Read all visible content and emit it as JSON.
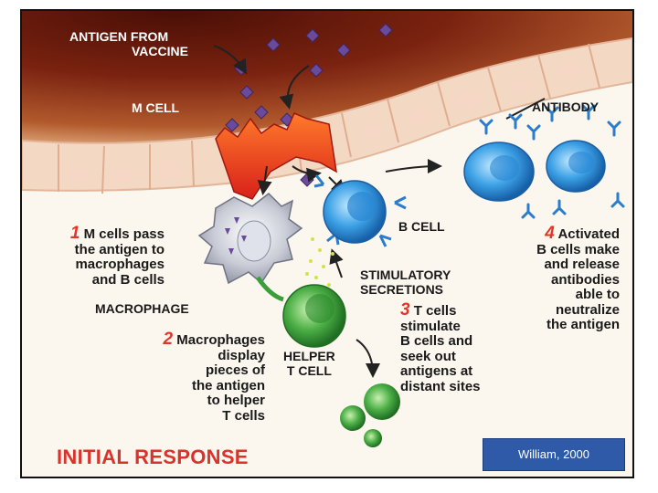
{
  "labels": {
    "antigen_line1": "ANTIGEN FROM",
    "antigen_line2": "VACCINE",
    "m_cell": "M CELL",
    "antibody": "ANTIBODY",
    "b_cell": "B CELL",
    "macrophage": "MACROPHAGE",
    "stim_line1": "STIMULATORY",
    "stim_line2": "SECRETIONS",
    "helper_line1": "HELPER",
    "helper_line2": "T CELL"
  },
  "steps": [
    {
      "num": "1",
      "lines": [
        "M cells pass",
        "the antigen to",
        "macrophages",
        "and B cells"
      ]
    },
    {
      "num": "2",
      "lines": [
        "Macrophages",
        "display",
        "pieces of",
        "the antigen",
        "to helper",
        "T cells"
      ]
    },
    {
      "num": "3",
      "lines": [
        "T cells",
        "stimulate",
        "B cells and",
        "seek out",
        "antigens at",
        "distant sites"
      ]
    },
    {
      "num": "4",
      "lines": [
        "Activated",
        "B cells make",
        "and release",
        "antibodies",
        "able to",
        "neutralize",
        "the antigen"
      ]
    }
  ],
  "footer_title": "INITIAL RESPONSE",
  "citation": "William, 2000",
  "colors": {
    "step_number": "#e0362a",
    "b_cell": "#2f8fd6",
    "helper_t_cell": "#3a9e3a",
    "m_cell": "#e8401c",
    "antigen": "#6a4a9a",
    "tissue_dark": "#5a1608",
    "footer_title": "#d9332c",
    "citation_box": "#2e5aa8"
  }
}
